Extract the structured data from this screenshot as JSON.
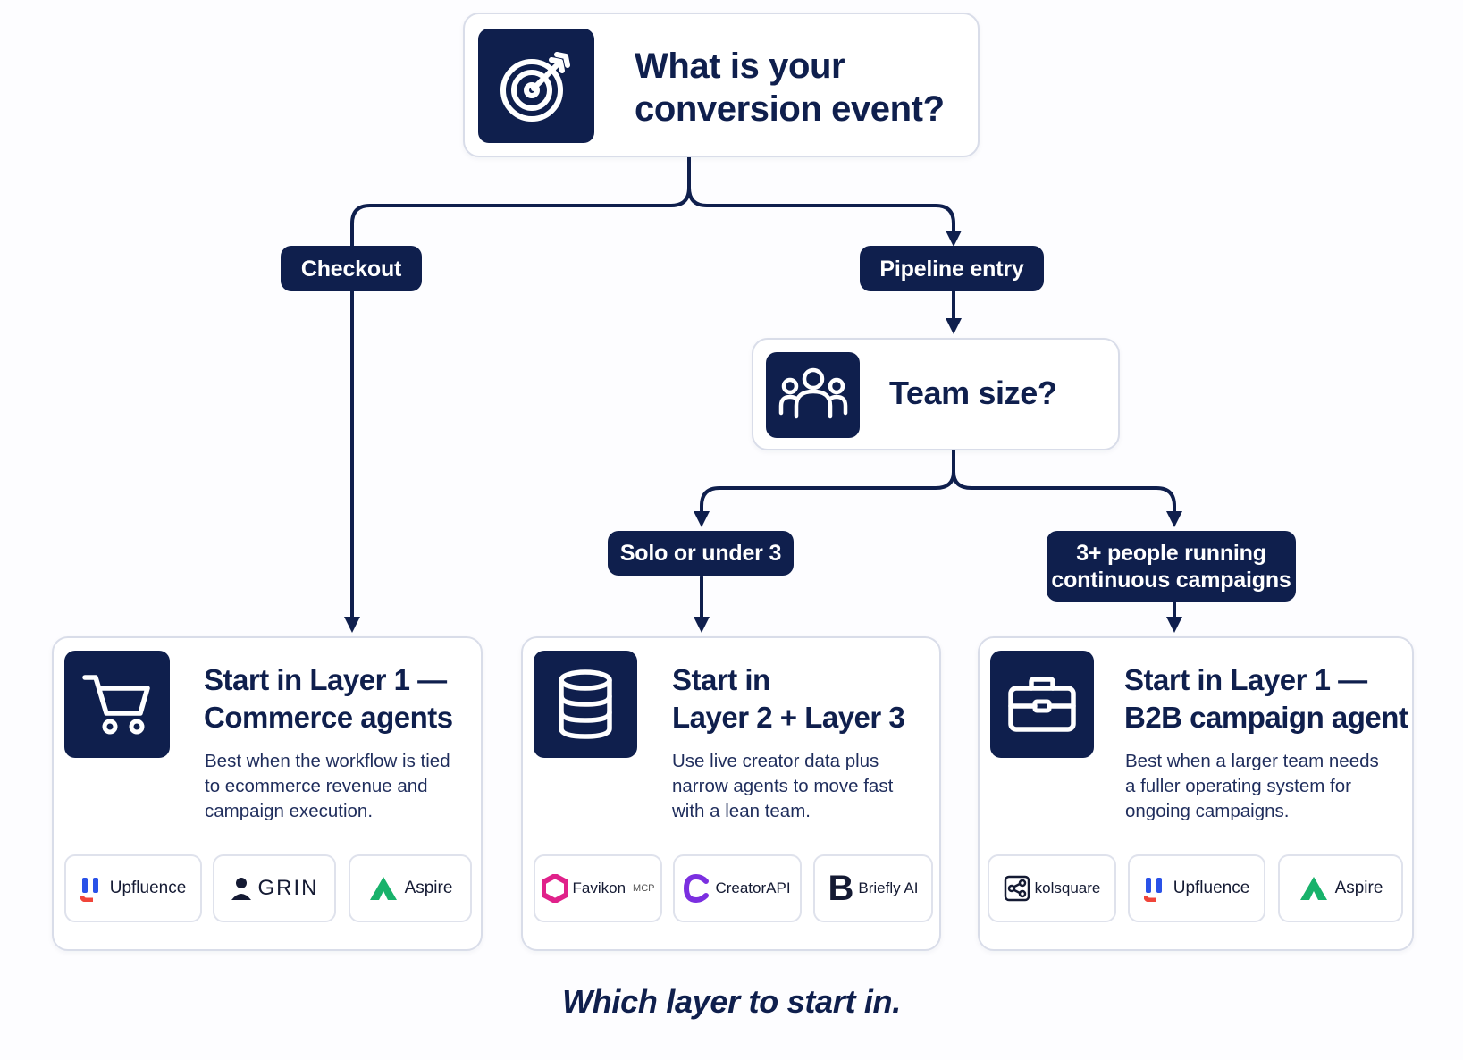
{
  "question": {
    "line1": "What is your",
    "line2": "conversion event?",
    "icon": "target-arrow-icon"
  },
  "branches": {
    "checkout": "Checkout",
    "pipeline": "Pipeline entry"
  },
  "team": {
    "title": "Team size?",
    "icon": "team-people-icon"
  },
  "team_branches": {
    "solo": "Solo or under 3",
    "large_line1": "3+ people running",
    "large_line2": "continuous campaigns"
  },
  "results": [
    {
      "title_line1": "Start in Layer 1 —",
      "title_line2": "Commerce agents",
      "desc_line1": "Best when the workflow is tied",
      "desc_line2": "to ecommerce revenue and",
      "desc_line3": "campaign execution.",
      "icon": "shopping-cart-icon",
      "logos": [
        "Upfluence",
        "GRIN",
        "Aspire"
      ]
    },
    {
      "title_line1": "Start in",
      "title_line2": "Layer 2 + Layer 3",
      "desc_line1": "Use live creator data plus",
      "desc_line2": "narrow agents to move fast",
      "desc_line3": "with a lean team.",
      "icon": "database-icon",
      "logos": [
        "Favikon",
        "CreatorAPI",
        "Briefly AI"
      ],
      "logo_suffix": "MCP"
    },
    {
      "title_line1": "Start in Layer 1 —",
      "title_line2": "B2B campaign agent",
      "desc_line1": "Best when a larger team needs",
      "desc_line2": "a fuller operating system for",
      "desc_line3": "ongoing campaigns.",
      "icon": "briefcase-icon",
      "logos": [
        "kolsquare",
        "Upfluence",
        "Aspire"
      ]
    }
  ],
  "caption": "Which layer to start in.",
  "colors": {
    "navy": "#0f1f4d",
    "card_border": "#d9dde9",
    "aspire_green": "#18b26b",
    "favikon_magenta": "#e0218a",
    "creatorapi_purple": "#7b2fe0",
    "upfluence_blue": "#2a52e8",
    "upfluence_red": "#f0453a"
  }
}
